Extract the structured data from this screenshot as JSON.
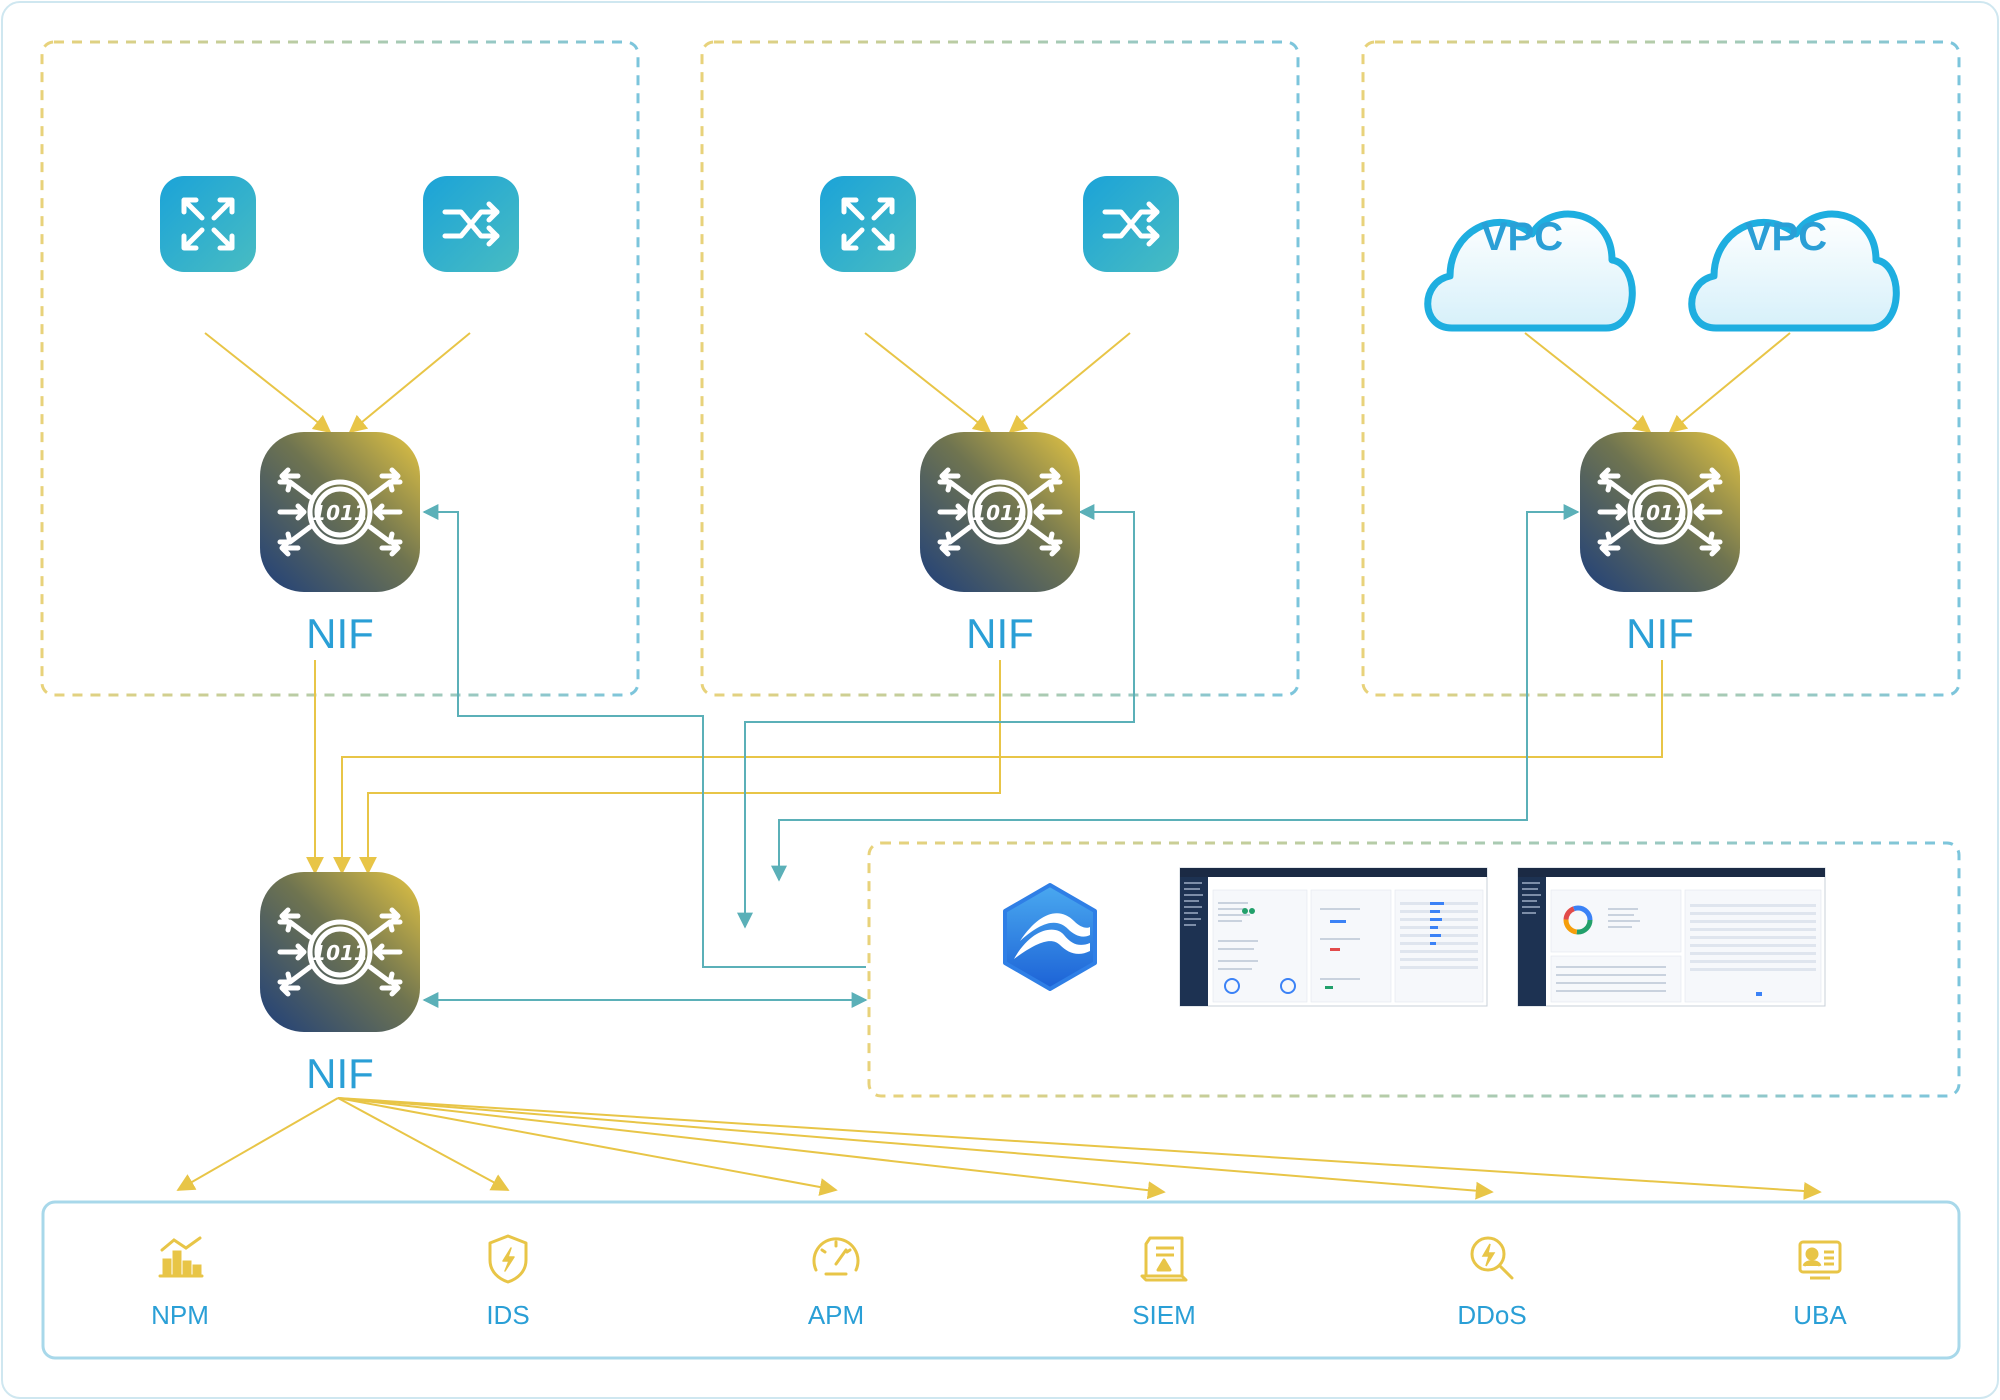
{
  "nodes": {
    "nif_top_left": "NIF",
    "nif_top_mid": "NIF",
    "nif_top_right": "NIF",
    "nif_aggregator": "NIF",
    "vpc_1": "VPC",
    "vpc_2": "VPC"
  },
  "tools": [
    {
      "label": "NPM",
      "icon": "npm-chart-icon"
    },
    {
      "label": "IDS",
      "icon": "ids-shield-icon"
    },
    {
      "label": "APM",
      "icon": "apm-gauge-icon"
    },
    {
      "label": "SIEM",
      "icon": "siem-document-icon"
    },
    {
      "label": "DDoS",
      "icon": "ddos-search-icon"
    },
    {
      "label": "UBA",
      "icon": "uba-profile-icon"
    }
  ],
  "colors": {
    "flow_yellow": "#e8c547",
    "control_teal": "#5bb0b8",
    "label_blue": "#2a9fd6",
    "tile_teal": "#2bb0c8"
  }
}
